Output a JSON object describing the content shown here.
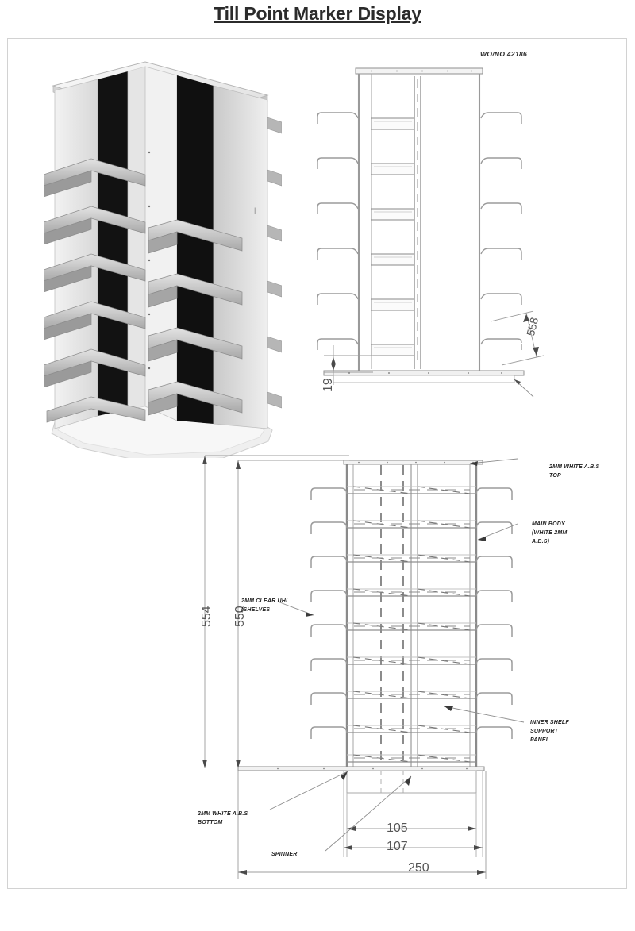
{
  "document": {
    "title": "Till Point Marker Display",
    "work_order": "WO/NO 42186"
  },
  "views": {
    "isometric": {
      "name": "isometric-render"
    },
    "side_elevation": {
      "name": "side-elevation-view"
    },
    "front_elevation": {
      "name": "front-elevation-view"
    }
  },
  "annotations": {
    "top_panel": {
      "line1": "2MM WHITE A.B.S",
      "line2": "TOP"
    },
    "main_body": {
      "line1": "MAIN BODY",
      "line2": "(WHITE 2MM",
      "line3": "A.B.S)"
    },
    "inner_shelf": {
      "line1": "INNER SHELF",
      "line2": "SUPPORT",
      "line3": "PANEL"
    },
    "shelves": {
      "line1": "2MM CLEAR UHI",
      "line2": "(SHELVES"
    },
    "bottom_panel": {
      "line1": "2MM WHITE A.B.S",
      "line2": "BOTTOM"
    },
    "spinner": {
      "line1": "SPINNER"
    }
  },
  "dimensions": {
    "overall_height_outer": "554",
    "overall_height_inner": "550",
    "base_thickness": "19",
    "shelf_depth_angled": "558",
    "inner_panel_width": "105",
    "body_width": "107",
    "base_width": "250",
    "units": "mm"
  },
  "colors": {
    "frame_border": "#d2d2d2",
    "line": "#8b8b8b",
    "line_dark": "#575757",
    "dimension_text": "#555555",
    "note_text": "#1f1f1f",
    "title_text": "#2b2b2b",
    "panel_dark": "#111111",
    "panel_light": "#e9e9e9"
  }
}
